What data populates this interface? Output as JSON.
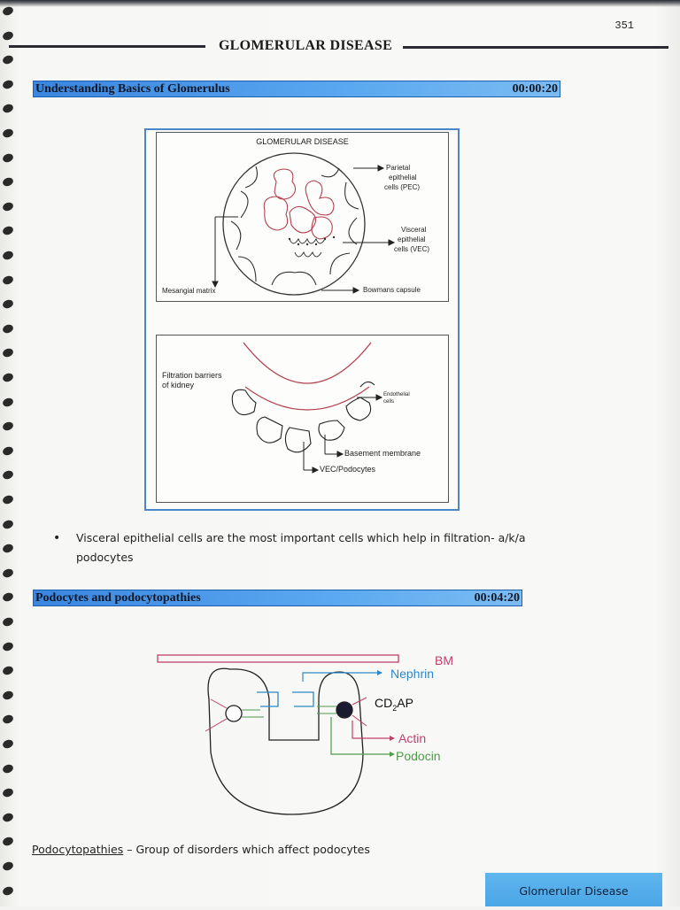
{
  "page": {
    "number": "351"
  },
  "header": {
    "title": "GLOMERULAR DISEASE"
  },
  "sections": [
    {
      "title": "Understanding Basics of Glomerulus",
      "time": "00:00:20"
    },
    {
      "title": "Podocytes and podocytopathies",
      "time": "00:04:20"
    }
  ],
  "figure1": {
    "title": "GLOMERULAR DISEASE",
    "labels": {
      "pec": [
        "Parietal",
        "epithelial",
        "cells (PEC)"
      ],
      "vec": [
        "Visceral",
        "epithelial",
        "cells (VEC)"
      ],
      "mesangial": "Mesangial matrix",
      "bowman": "Bowmans capsule"
    }
  },
  "figure2": {
    "labels": {
      "filtration": [
        "Filtration barriers",
        "of kidney"
      ],
      "endothelial": [
        "Endothelial",
        "cells"
      ],
      "basement": "Basement membrane",
      "vec": "VEC/Podocytes"
    }
  },
  "bullet": {
    "line1": "Visceral epithelial cells are the most important cells which help in filtration- a/k/a",
    "line2": "podocytes"
  },
  "diagram2": {
    "labels": {
      "bm": "BM",
      "nephrin": "Nephrin",
      "cd2ap_main": "CD",
      "cd2ap_sub": "2",
      "cd2ap_tail": "AP",
      "actin": "Actin",
      "podocin": "Podocin"
    },
    "colors": {
      "bm": "#c0406e",
      "nephrin": "#2e88c8",
      "actin": "#c0406e",
      "podocin": "#4f9a4a"
    }
  },
  "footnote": {
    "term": "Podocytopathies",
    "definition": " – Group of disorders which affect podocytes"
  },
  "footer": {
    "label": "Glomerular Disease"
  }
}
